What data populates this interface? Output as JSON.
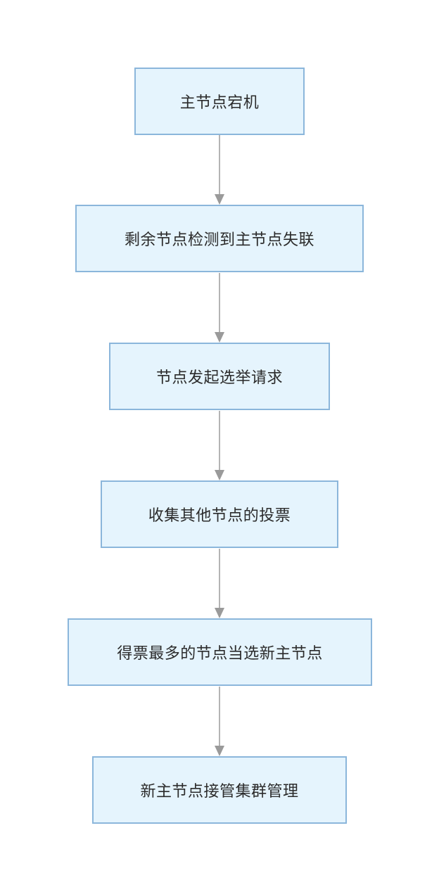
{
  "flow": {
    "steps": [
      {
        "label": "主节点宕机"
      },
      {
        "label": "剩余节点检测到主节点失联"
      },
      {
        "label": "节点发起选举请求"
      },
      {
        "label": "收集其他节点的投票"
      },
      {
        "label": "得票最多的节点当选新主节点"
      },
      {
        "label": "新主节点接管集群管理"
      }
    ]
  },
  "colors": {
    "node_fill": "#e5f4fd",
    "node_border": "#8bb6db",
    "edge": "#9a9a9a",
    "text": "#2b2b2b"
  }
}
